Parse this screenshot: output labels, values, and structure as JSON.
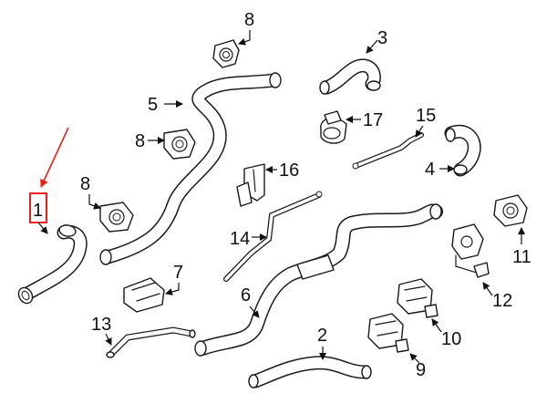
{
  "callouts": {
    "c1": "1",
    "c2": "2",
    "c3": "3",
    "c4": "4",
    "c5": "5",
    "c6": "6",
    "c7": "7",
    "c8a": "8",
    "c8b": "8",
    "c8c": "8",
    "c9": "9",
    "c10": "10",
    "c11": "11",
    "c12": "12",
    "c13": "13",
    "c14": "14",
    "c15": "15",
    "c16": "16",
    "c17": "17"
  },
  "colors": {
    "highlight": "#e8201c",
    "ink": "#1a1a1a",
    "background": "#ffffff"
  }
}
